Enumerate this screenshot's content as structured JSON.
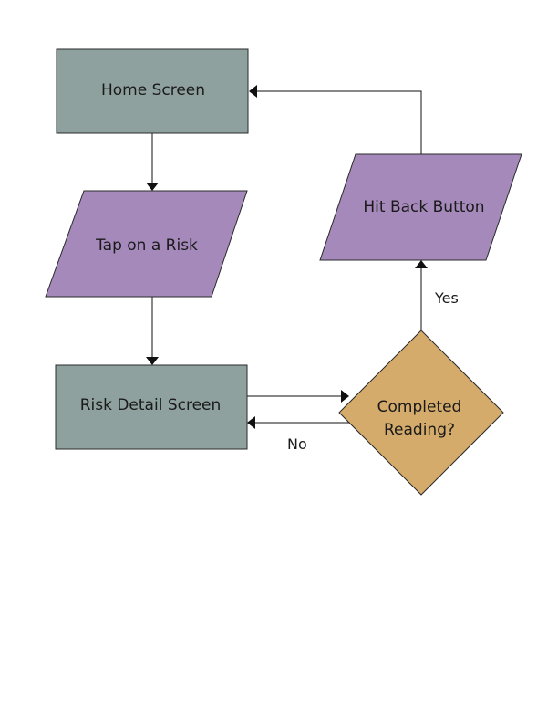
{
  "diagram": {
    "nodes": {
      "home_screen": {
        "label": "Home Screen",
        "shape": "rectangle",
        "fill": "#8fa19f"
      },
      "tap_risk": {
        "label": "Tap on a Risk",
        "shape": "parallelogram",
        "fill": "#a489ba"
      },
      "risk_detail": {
        "label": "Risk Detail Screen",
        "shape": "rectangle",
        "fill": "#8fa19f"
      },
      "completed_reading": {
        "label_line1": "Completed",
        "label_line2": "Reading?",
        "shape": "diamond",
        "fill": "#d5ab6b"
      },
      "hit_back": {
        "label": "Hit Back Button",
        "shape": "parallelogram",
        "fill": "#a489ba"
      }
    },
    "edges": {
      "yes_label": "Yes",
      "no_label": "No"
    },
    "colors": {
      "process": "#8fa19f",
      "io": "#a489ba",
      "decision": "#d5ab6b",
      "line": "#111111"
    }
  }
}
